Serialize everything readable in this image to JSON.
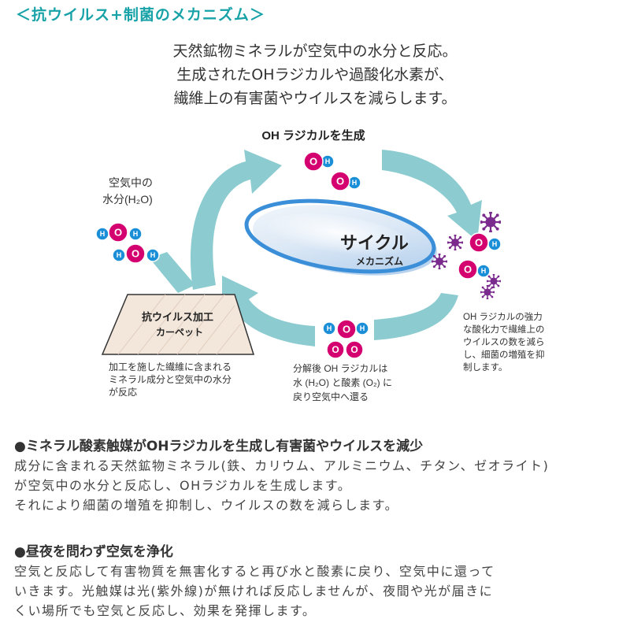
{
  "title": "＜抗ウイルス+制菌のメカニズム＞",
  "intro": {
    "line1": "天然鉱物ミネラルが空気中の水分と反応。",
    "line2": "生成されたOHラジカルや過酸化水素が、",
    "line3": "繊維上の有害菌やウイルスを減らします。"
  },
  "diagram": {
    "top_label": "OH ラジカルを生成",
    "water_label_line1": "空気中の",
    "water_label_line2": "水分(H₂O)",
    "cycle_label": "サイクル",
    "cycle_sublabel": "メカニズム",
    "carpet_line1": "抗ウイルス加工",
    "carpet_line2": "カーペット",
    "left_caption": [
      "加工を施した繊維に含まれる",
      "ミネラル成分と空気中の水分",
      "が反応"
    ],
    "bottom_caption": [
      "分解後 OH ラジカルは",
      "水 (H₂O) と酸素 (O₂) に",
      "戻り空気中へ還る"
    ],
    "right_caption": [
      "OH ラジカルの強力",
      "な酸化力で繊維上の",
      "ウイルスの数を減ら",
      "し、細菌の増殖を抑",
      "制します。"
    ],
    "molecule_letters": {
      "oxygen": "O",
      "hydrogen": "H"
    },
    "colors": {
      "arrow": "#8cccd0",
      "oxygen": "#d4006f",
      "hydrogen": "#1a8fd8",
      "virus": "#7b2a8e",
      "ellipse": "#3a8fd8"
    }
  },
  "sections": [
    {
      "heading": "●ミネラル酸素触媒がOHラジカルを生成し有害菌やウイルスを減少",
      "lines": [
        "成分に含まれる天然鉱物ミネラル(鉄、カリウム、アルミニウム、チタン、ゼオライト)",
        "が空気中の水分と反応し、OHラジカルを生成します。",
        "それにより細菌の増殖を抑制し、ウイルスの数を減らします。"
      ]
    },
    {
      "heading": "●昼夜を問わず空気を浄化",
      "lines": [
        "空気と反応して有害物質を無害化すると再び水と酸素に戻り、空気中に還って",
        "いきます。光触媒は光(紫外線)が無ければ反応しませんが、夜間や光が届きに",
        "くい場所でも空気と反応し、効果を発揮します。"
      ]
    }
  ]
}
